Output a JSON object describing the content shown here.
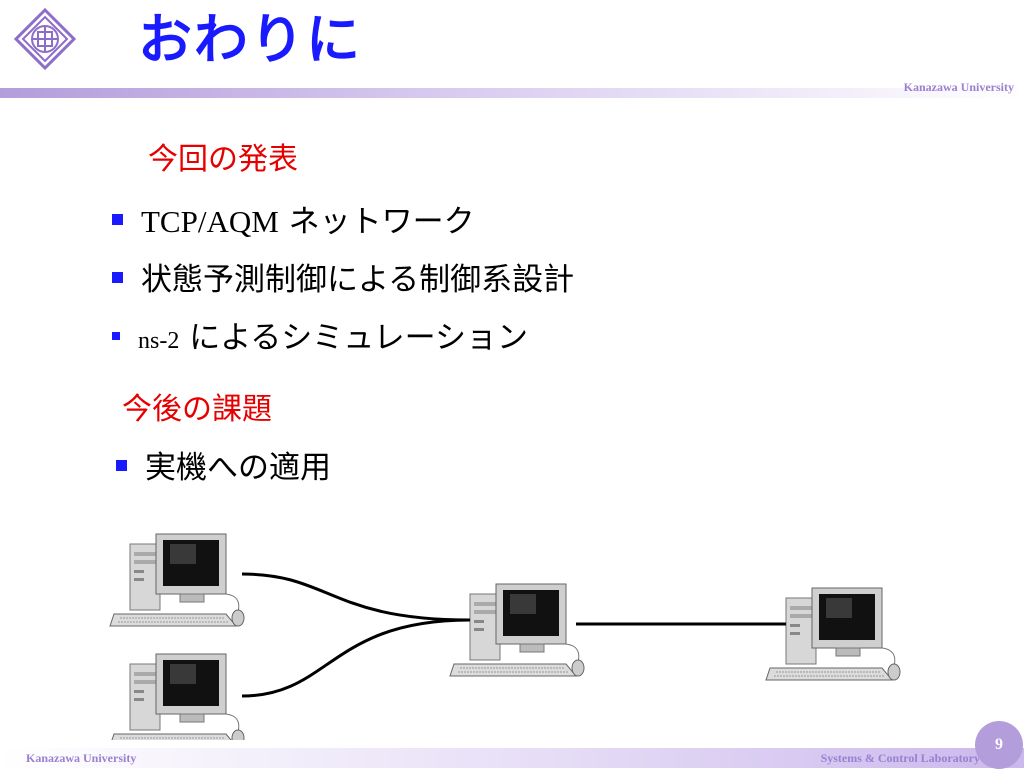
{
  "slide": {
    "title": "おわりに",
    "header_brand": "Kanazawa University",
    "footer_left": "Kanazawa University",
    "footer_right": "Systems & Control Laboratory",
    "page_number": "9"
  },
  "sections": [
    {
      "heading": "今回の発表",
      "items": [
        {
          "latin": "TCP/AQM",
          "jp": " ネットワーク"
        },
        {
          "latin": "",
          "jp": "状態予測制御による制御系設計"
        },
        {
          "latin": "ns-2",
          "jp": " によるシミュレーション"
        }
      ]
    },
    {
      "heading": "今後の課題",
      "items": [
        {
          "latin": "",
          "jp": "実機への適用"
        }
      ]
    }
  ],
  "colors": {
    "title": "#1a1aff",
    "heading": "#e60000",
    "bullet": "#1a1aff",
    "brand": "#9b7fd0"
  },
  "icons": [
    "university-emblem-icon",
    "computer-icon",
    "network-cable-icon"
  ]
}
